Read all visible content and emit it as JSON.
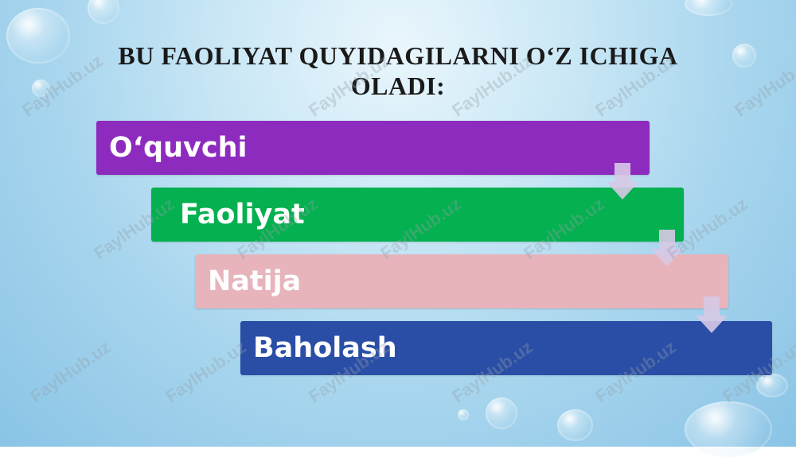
{
  "title": {
    "line1": "BU FAOLIYAT QUYIDAGILARNI O‘Z ICHIGA",
    "line2": "OLADI:"
  },
  "steps": [
    {
      "label": "O‘quvchi",
      "color": "#8e2bbf"
    },
    {
      "label": "Faoliyat",
      "color": "#04b04f"
    },
    {
      "label": "Natija",
      "color": "#e7b4bc"
    },
    {
      "label": "Baholash",
      "color": "#2a4ea6"
    }
  ],
  "arrow_color": "#d7c9e6",
  "watermark": "FaylHub.uz"
}
